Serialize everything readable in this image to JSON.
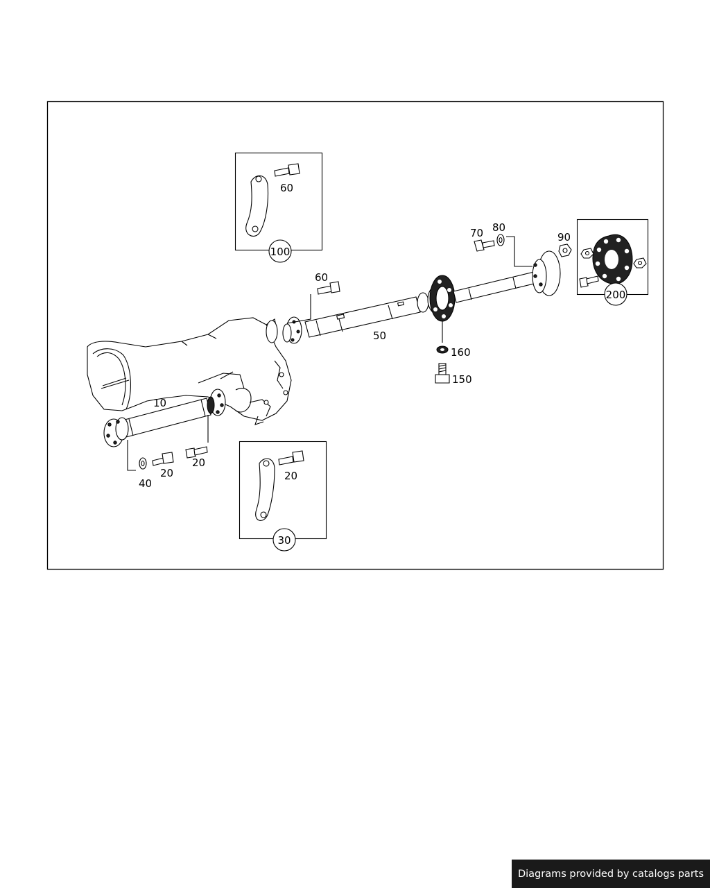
{
  "callouts": {
    "c10": "10",
    "c20a": "20",
    "c20b": "20",
    "c20c": "20",
    "c30": "30",
    "c40": "40",
    "c50": "50",
    "c60a": "60",
    "c60b": "60",
    "c70": "70",
    "c80": "80",
    "c90": "90",
    "c100": "100",
    "c150": "150",
    "c160": "160",
    "c200": "200"
  },
  "footer": {
    "credit": "Diagrams provided by catalogs parts"
  },
  "colors": {
    "line": "#000000",
    "background": "#ffffff",
    "credit_bg": "#1a1a1a",
    "credit_text": "#ffffff"
  }
}
